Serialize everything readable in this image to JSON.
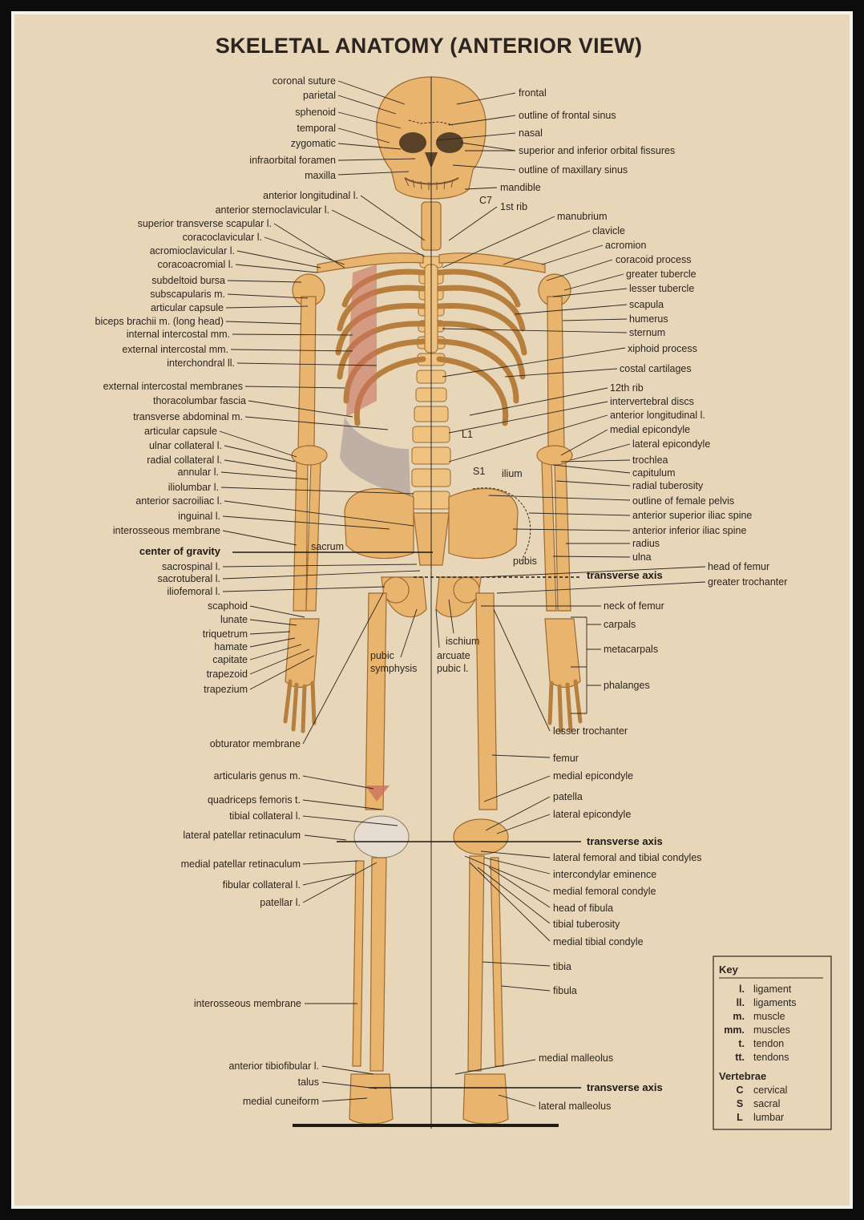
{
  "title": "SKELETAL ANATOMY (ANTERIOR VIEW)",
  "colors": {
    "paper": "#e7d6b8",
    "bone": "#e9b56e",
    "bone_outline": "#9c6a32",
    "muscle": "#c9725d",
    "membrane": "#b7a9a1",
    "ink": "#2c2520",
    "frame": "#0c0c0c"
  },
  "labels_left": [
    "coronal suture",
    "parietal",
    "sphenoid",
    "temporal",
    "zygomatic",
    "infraorbital foramen",
    "maxilla",
    "anterior longitudinal l.",
    "anterior sternoclavicular l.",
    "superior transverse scapular l.",
    "coracoclavicular l.",
    "acromioclavicular l.",
    "coracoacromial l.",
    "subdeltoid bursa",
    "subscapularis m.",
    "articular capsule",
    "biceps brachii m. (long head)",
    "internal intercostal mm.",
    "external intercostal mm.",
    "interchondral ll.",
    "external intercostal membranes",
    "thoracolumbar fascia",
    "transverse abdominal m.",
    "articular capsule",
    "ulnar collateral l.",
    "radial collateral l.",
    "annular l.",
    "iliolumbar l.",
    "anterior sacroiliac l.",
    "inguinal l.",
    "interosseous membrane",
    "sacrospinal l.",
    "sacrotuberal l.",
    "iliofemoral l.",
    "scaphoid",
    "lunate",
    "triquetrum",
    "hamate",
    "capitate",
    "trapezoid",
    "trapezium",
    "obturator membrane",
    "articularis genus m.",
    "quadriceps femoris t.",
    "tibial collateral l.",
    "lateral patellar retinaculum",
    "medial patellar retinaculum",
    "fibular collateral l.",
    "patellar l.",
    "interosseous membrane",
    "anterior tibiofibular l.",
    "talus",
    "medial cuneiform"
  ],
  "labels_right": [
    "frontal",
    "outline of frontal sinus",
    "nasal",
    "superior and inferior orbital fissures",
    "outline of maxillary sinus",
    "mandible",
    "1st rib",
    "manubrium",
    "clavicle",
    "acromion",
    "coracoid process",
    "greater tubercle",
    "lesser tubercle",
    "scapula",
    "humerus",
    "sternum",
    "xiphoid process",
    "costal cartilages",
    "12th rib",
    "intervertebral discs",
    "anterior longitudinal l.",
    "medial epicondyle",
    "lateral epicondyle",
    "trochlea",
    "capitulum",
    "radial tuberosity",
    "outline of female pelvis",
    "anterior superior iliac spine",
    "anterior inferior iliac spine",
    "radius",
    "ulna",
    "head of femur",
    "greater trochanter",
    "neck of femur",
    "carpals",
    "metacarpals",
    "phalanges",
    "lesser trochanter",
    "femur",
    "medial epicondyle",
    "patella",
    "lateral epicondyle",
    "lateral femoral and tibial condyles",
    "intercondylar eminence",
    "medial femoral condyle",
    "head of fibula",
    "tibial tuberosity",
    "medial tibial condyle",
    "tibia",
    "fibula",
    "medial malleolus",
    "lateral malleolus"
  ],
  "labels_center": {
    "c7": "C7",
    "l1": "L1",
    "s1": "S1",
    "ilium": "ilium",
    "sacrum": "sacrum",
    "pubis": "pubis",
    "pubic_symphysis": [
      "pubic",
      "symphysis"
    ],
    "ischium": "ischium",
    "arcuate_pubic": [
      "arcuate",
      "pubic l."
    ]
  },
  "center_of_gravity": "center of gravity",
  "transverse_axis": "transverse axis",
  "key": {
    "title": "Key",
    "items": [
      {
        "abbr": "l.",
        "text": "ligament"
      },
      {
        "abbr": "ll.",
        "text": "ligaments"
      },
      {
        "abbr": "m.",
        "text": "muscle"
      },
      {
        "abbr": "mm.",
        "text": "muscles"
      },
      {
        "abbr": "t.",
        "text": "tendon"
      },
      {
        "abbr": "tt.",
        "text": "tendons"
      }
    ],
    "vertebrae_title": "Vertebrae",
    "vertebrae": [
      {
        "abbr": "C",
        "text": "cervical"
      },
      {
        "abbr": "S",
        "text": "sacral"
      },
      {
        "abbr": "L",
        "text": "lumbar"
      }
    ]
  }
}
